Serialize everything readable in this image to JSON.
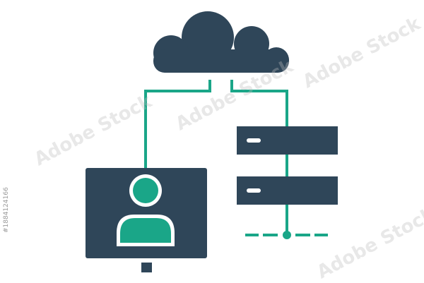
{
  "illustration": {
    "subject": "cloud-server-user-network-icon",
    "colors": {
      "primary": "#2f4659",
      "accent": "#1aa688",
      "background": "#ffffff",
      "highlight": "#ffffff"
    },
    "parts": [
      "cloud-icon",
      "monitor-icon",
      "user-avatar-icon",
      "server-stack-icon",
      "network-connector"
    ]
  },
  "watermark": {
    "text": "Adobe Stock",
    "image_id": "#1884124166"
  }
}
